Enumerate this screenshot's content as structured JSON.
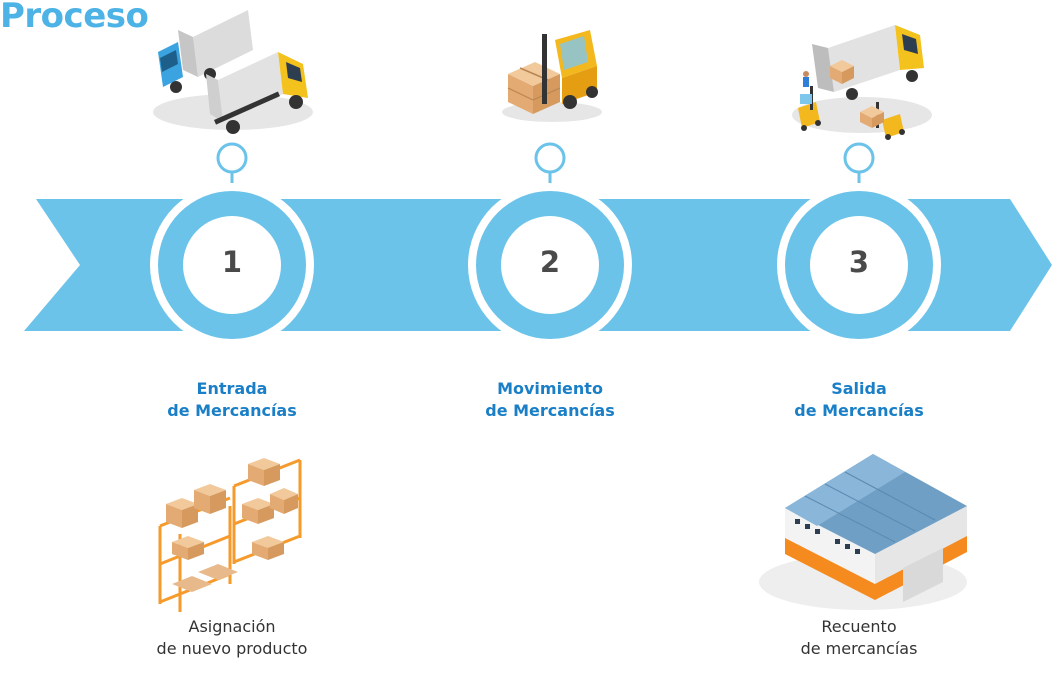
{
  "page": {
    "title": "Proceso"
  },
  "colors": {
    "band": "#6cc3ea",
    "ring": "#6cc3ea",
    "title": "#4db3e6",
    "step_label": "#1a7fc7",
    "number": "#4a4a4a",
    "sub_label": "#333333",
    "shelf_orange": "#f59a2b",
    "box_tan": "#e8b98a"
  },
  "steps": [
    {
      "number": "1",
      "label_line1": "Entrada",
      "label_line2": "de Mercancías",
      "icon": "delivery-trucks-icon"
    },
    {
      "number": "2",
      "label_line1": "Movimiento",
      "label_line2": "de Mercancías",
      "icon": "forklift-icon"
    },
    {
      "number": "3",
      "label_line1": "Salida",
      "label_line2": "de Mercancías",
      "icon": "truck-loading-icon"
    }
  ],
  "sub_items": [
    {
      "label_line1": "Asignación",
      "label_line2": "de nuevo producto",
      "icon": "warehouse-shelves-icon"
    },
    {
      "label_line1": "Recuento",
      "label_line2": "de mercancías",
      "icon": "warehouse-building-icon"
    }
  ]
}
